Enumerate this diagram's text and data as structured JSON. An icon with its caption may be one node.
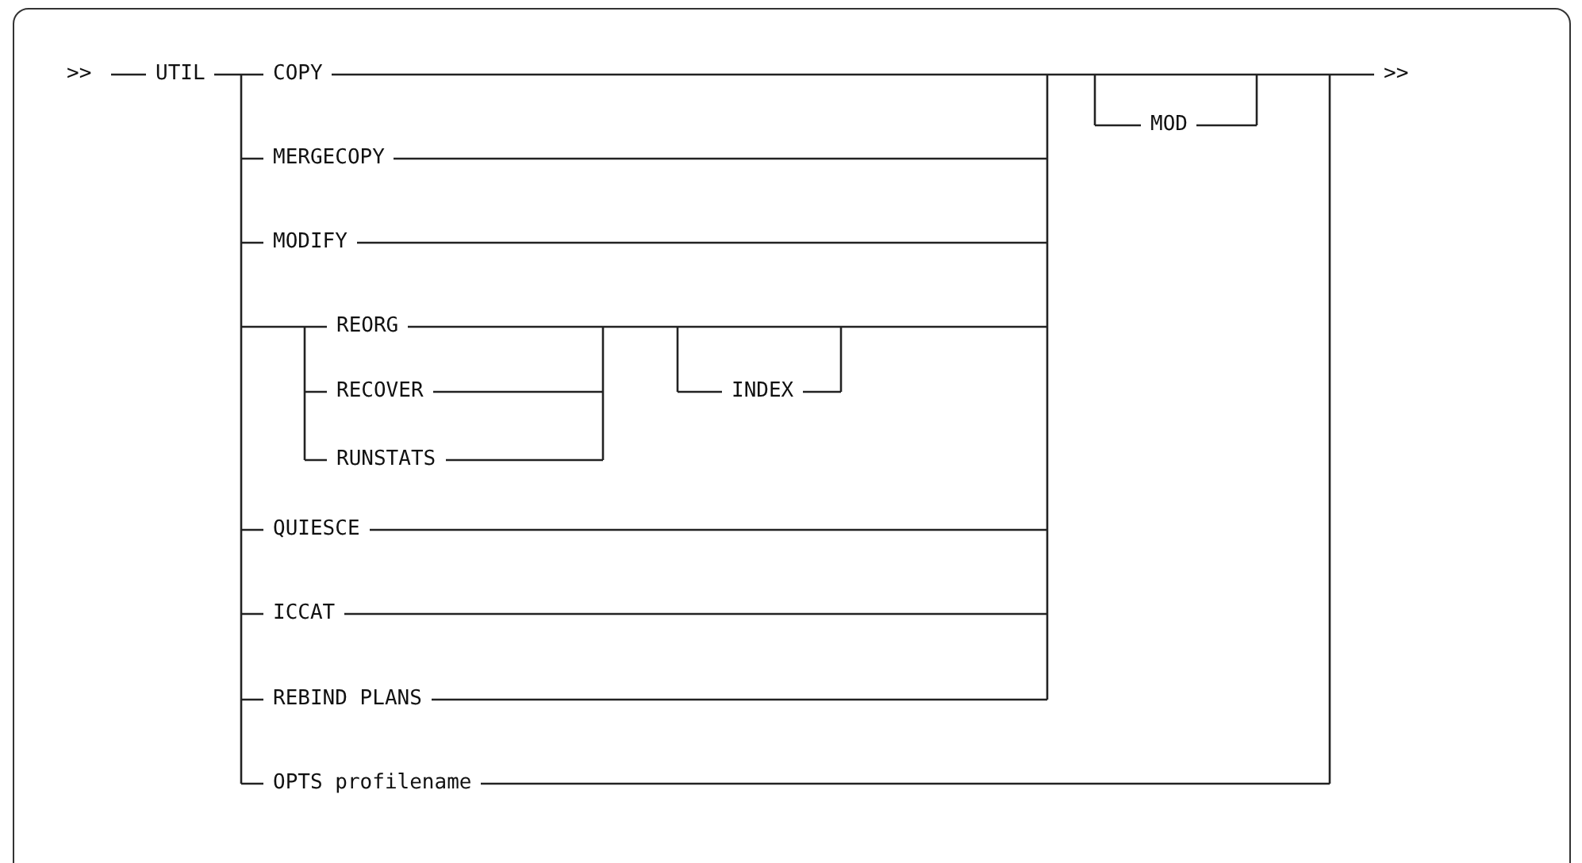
{
  "diagram": {
    "labels": [
      ">>",
      "UTIL",
      "COPY",
      ">>",
      "MOD",
      "MERGECOPY",
      "MODIFY",
      "REORG",
      "RECOVER",
      "INDEX",
      "RUNSTATS",
      "QUIESCE",
      "ICCAT",
      "REBIND PLANS",
      "OPTS profilename"
    ]
  }
}
